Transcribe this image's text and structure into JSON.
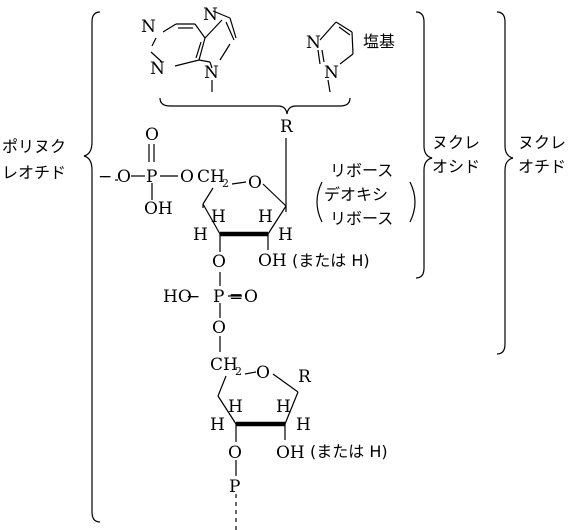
{
  "labels": {
    "base": "塩基",
    "polynucleotide_l1": "ポリヌク",
    "polynucleotide_l2": "レオチド",
    "nucleoside_l1": "ヌクレ",
    "nucleoside_l2": "オシド",
    "nucleotide_l1": "ヌクレ",
    "nucleotide_l2": "オチド",
    "ribose_l1": "リボース",
    "ribose_l2": "デオキシ",
    "ribose_l3": "リボース",
    "or_h_upper": "(または H)",
    "or_h_lower": "(または H)"
  },
  "atoms": {
    "N": "N",
    "O": "O",
    "P": "P",
    "H": "H",
    "R": "R",
    "OH": "OH",
    "HO": "HO",
    "CH": "CH",
    "two": "2",
    "dash": "−"
  }
}
